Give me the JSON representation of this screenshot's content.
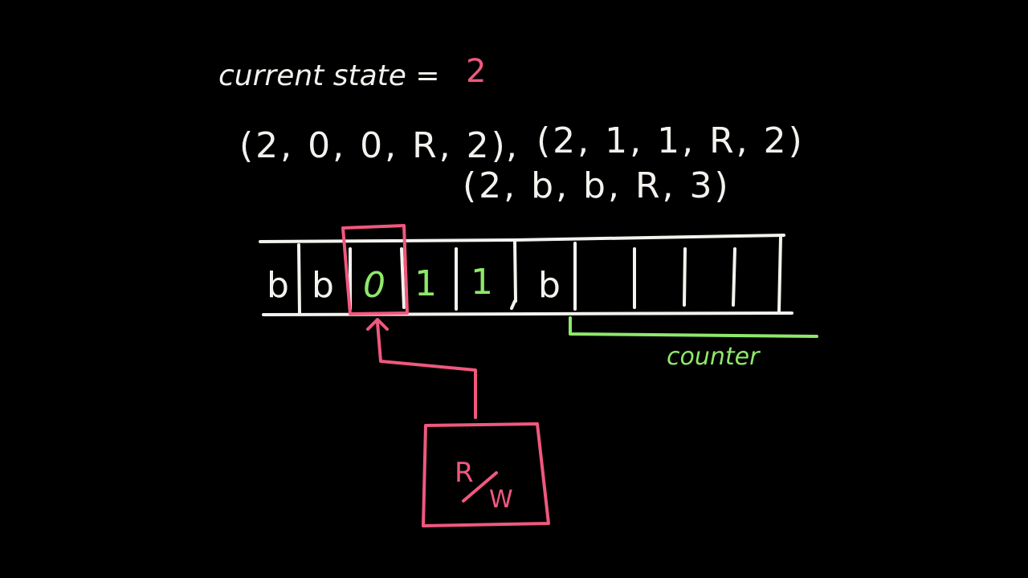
{
  "colors": {
    "background": "#000000",
    "chalk_white": "#f4f2ee",
    "chalk_pink": "#f0587e",
    "chalk_green": "#8fe86a"
  },
  "state_line": {
    "label": "current state =",
    "value": "2"
  },
  "transitions": [
    {
      "text": "(2, 0, 0, R, 2)",
      "tuple": [
        "2",
        "0",
        "0",
        "R",
        "2"
      ]
    },
    {
      "text": "(2, 1, 1, R, 2)",
      "tuple": [
        "2",
        "1",
        "1",
        "R",
        "2"
      ]
    },
    {
      "text": "(2, b, b, R, 3)",
      "tuple": [
        "2",
        "b",
        "b",
        "R",
        "3"
      ]
    }
  ],
  "separator": ",",
  "tape": {
    "cells": [
      "b",
      "b",
      "0",
      "1",
      "1",
      "b",
      "",
      "",
      "",
      ""
    ],
    "head_index": 2,
    "counter_label": "counter"
  },
  "head": {
    "label_top": "R",
    "label_bottom": "W",
    "slash": "/"
  }
}
